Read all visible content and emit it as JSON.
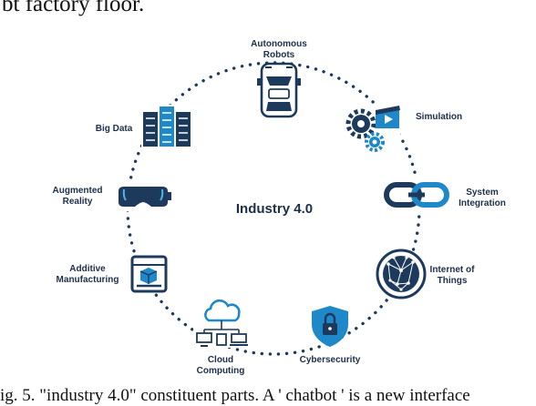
{
  "page": {
    "top_text": "bt factory floor.",
    "caption": "ig. 5.  \"industry 4.0\" constituent parts. A ' chatbot ' is a new interface"
  },
  "diagram": {
    "center_label": "Industry 4.0",
    "components": [
      {
        "id": "autonomous-robots",
        "lines": [
          "Autonomous",
          "Robots"
        ],
        "icon": "car-icon"
      },
      {
        "id": "simulation",
        "lines": [
          "Simulation"
        ],
        "icon": "gears-clapper-icon"
      },
      {
        "id": "system-integration",
        "lines": [
          "System",
          "Integration"
        ],
        "icon": "chain-link-icon"
      },
      {
        "id": "internet-of-things",
        "lines": [
          "Internet of",
          "Things"
        ],
        "icon": "network-globe-icon"
      },
      {
        "id": "cybersecurity",
        "lines": [
          "Cybersecurity"
        ],
        "icon": "shield-lock-icon"
      },
      {
        "id": "cloud-computing",
        "lines": [
          "Cloud",
          "Computing"
        ],
        "icon": "cloud-devices-icon"
      },
      {
        "id": "additive-manufacturing",
        "lines": [
          "Additive",
          "Manufacturing"
        ],
        "icon": "3d-printer-icon"
      },
      {
        "id": "augmented-reality",
        "lines": [
          "Augmented",
          "Reality"
        ],
        "icon": "vr-headset-icon"
      },
      {
        "id": "big-data",
        "lines": [
          "Big Data"
        ],
        "icon": "server-rack-icon"
      }
    ],
    "colors": {
      "dark_blue": "#1d3a5c",
      "accent_blue": "#1e88c8",
      "light_blue": "#4fb4e6",
      "text": "#1d2e4a"
    }
  }
}
